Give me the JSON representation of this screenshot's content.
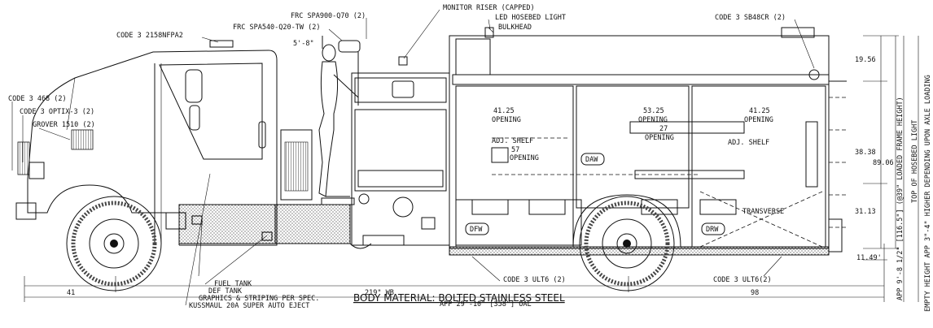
{
  "callouts": {
    "code3_2158nfpa2": "CODE 3 2158NFPA2",
    "frc_spa540": "FRC SPA540-Q20-TW (2)",
    "frc_spa900": "FRC SPA900-Q70 (2)",
    "monitor_riser": "MONITOR RISER (CAPPED)",
    "led_hosebed_light": "LED HOSEBED LIGHT",
    "bulkhead": "BULKHEAD",
    "code3_sb48cr": "CODE 3 SB48CR (2)",
    "person_height": "5'-8\"",
    "code3_468": "CODE 3 468 (2)",
    "code3_optix": "CODE 3 OPTIX-3 (2)",
    "grover_1510": "GROVER 1510 (2)",
    "fuel_tank": "FUEL TANK",
    "def_tank": "DEF TANK",
    "graphics_striping": "GRAPHICS & STRIPING PER SPEC.",
    "kussmaul": "KUSSMAUL 20A SUPER AUTO EJECT",
    "body_material": "BODY MATERIAL: BOLTED STAINLESS STEEL",
    "code3_ult6_left": "CODE 3 ULT6 (2)",
    "code3_ult6_right": "CODE 3 ULT6(2)"
  },
  "compartments": {
    "opening_1_width": "41.25",
    "opening_1_label": "OPENING",
    "opening_2_width": "53.25",
    "opening_2_label": "OPENING",
    "opening_3_width": "41.25",
    "opening_3_label": "OPENING",
    "opening_4_width": "27",
    "opening_4_label": "OPENING",
    "opening_5_width": "57",
    "opening_5_label": "OPENING",
    "adj_shelf_left": "ADJ. SHELF",
    "adj_shelf_right": "ADJ. SHELF",
    "daw": "DAW",
    "dfw": "DFW",
    "drw": "DRW",
    "transverse": "TRANSVERSE"
  },
  "dimensions": {
    "d_19_56": "19.56",
    "d_38_38": "38.38",
    "d_89_06": "89.06",
    "d_31_13": "31.13",
    "d_11_49": "11.49'",
    "front_overhang": "41",
    "wheelbase": "219\" WB",
    "rear_overhang": "98",
    "overall_length": "APP 29'-10\" [358\"] OAL"
  },
  "vertical_notes": {
    "loaded_height": "APP 9'-8 1/2\" [116.5\"] (@39\" LOADED FRAME HEIGHT)",
    "hosebed_light": "TOP OF HOSEBED LIGHT",
    "empty_height": "EMPTY HEIGHT APP 3\"-4\" HIGHER DEPENDING UPON AXLE LOADING"
  }
}
